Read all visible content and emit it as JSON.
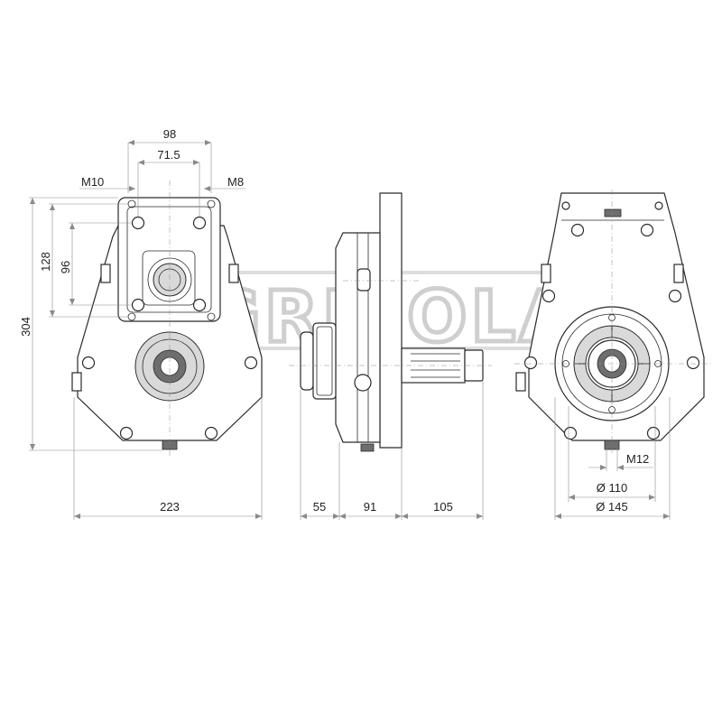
{
  "watermark": {
    "text": "AGRICOLA"
  },
  "dimensions": {
    "d98": "98",
    "d71_5": "71.5",
    "m10": "M10",
    "m8": "M8",
    "d304": "304",
    "d128": "128",
    "d96": "96",
    "d223": "223",
    "d55": "55",
    "d91": "91",
    "d105": "105",
    "m12": "M12",
    "dia110": "Ø 110",
    "dia145": "Ø 145"
  },
  "colors": {
    "line": "#2a2a2a",
    "dimension": "#8a8a8a",
    "text": "#222222",
    "watermark": "#cfcfcf"
  }
}
